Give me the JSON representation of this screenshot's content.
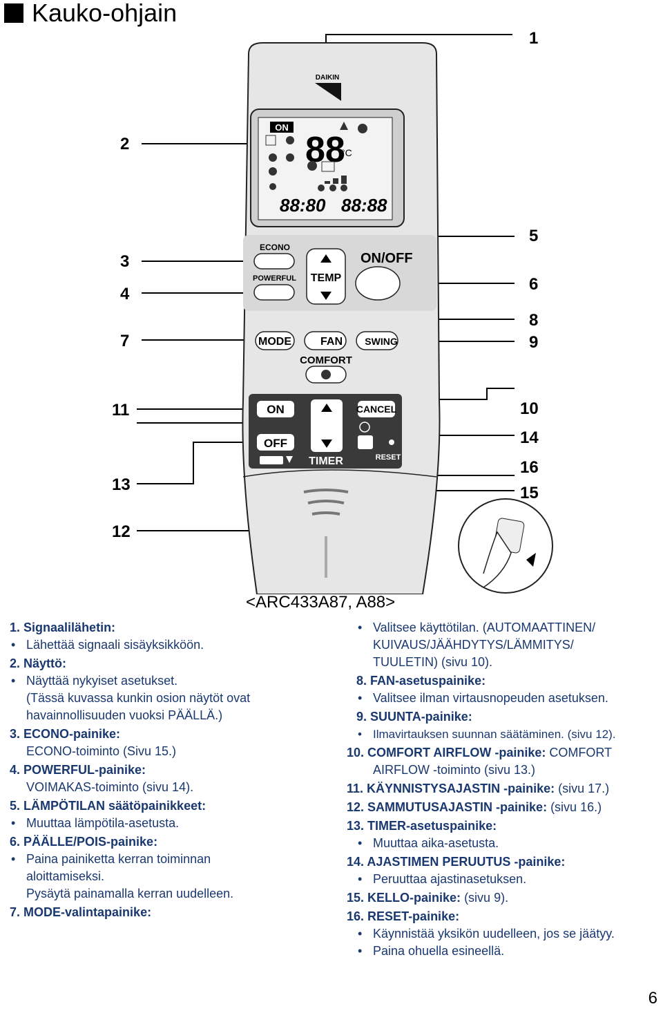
{
  "title": "Kauko-ohjain",
  "model": "<ARC433A87, A88>",
  "page_number": "6",
  "callouts": {
    "n1": "1",
    "n2": "2",
    "n3": "3",
    "n4": "4",
    "n5": "5",
    "n6": "6",
    "n7": "7",
    "n8": "8",
    "n9": "9",
    "n10": "10",
    "n11": "11",
    "n12": "12",
    "n13": "13",
    "n14": "14",
    "n15": "15",
    "n16": "16"
  },
  "remote": {
    "brand": "DAIKIN",
    "display_digits": "88",
    "display_unit": "°C",
    "timer_left": "88:80",
    "timer_right": "88:88",
    "on_badge": "ON",
    "econo": "ECONO",
    "powerful": "POWERFUL",
    "temp": "TEMP",
    "onoff": "ON/OFF",
    "mode": "MODE",
    "fan": "FAN",
    "swing": "SWING",
    "comfort": "COMFORT",
    "on": "ON",
    "off": "OFF",
    "cancel": "CANCEL",
    "timer": "TIMER",
    "reset": "RESET",
    "colors": {
      "body": "#e6e6e6",
      "panel": "#3a3a3a",
      "display": "#f3f3f3"
    }
  },
  "left_col": [
    {
      "n": "1.",
      "h": "Signaalilähetin:",
      "items": [
        "Lähettää signaali sisäyksikköön."
      ]
    },
    {
      "n": "2.",
      "h": "Näyttö:",
      "items": [
        "Näyttää nykyiset asetukset."
      ],
      "notes": [
        "(Tässä kuvassa kunkin osion näytöt ovat",
        "havainnollisuuden vuoksi PÄÄLLÄ.)"
      ]
    },
    {
      "n": "3.",
      "h": "ECONO-painike:",
      "text": "ECONO-toiminto (Sivu 15.)"
    },
    {
      "n": "4.",
      "h": "POWERFUL-painike:",
      "text": "VOIMAKAS-toiminto (sivu 14)."
    },
    {
      "n": "5.",
      "h": "LÄMPÖTILAN säätöpainikkeet:",
      "items": [
        "Muuttaa lämpötila-asetusta."
      ]
    },
    {
      "n": "6.",
      "h": "PÄÄLLE/POIS-painike:",
      "items": [
        "Paina painiketta kerran toiminnan"
      ],
      "notes": [
        "aloittamiseksi.",
        "Pysäytä painamalla kerran uudelleen."
      ]
    },
    {
      "n": "7.",
      "h": "MODE-valintapainike:"
    }
  ],
  "right_col": {
    "mode_item": "Valitsee käyttötilan. (AUTOMAATTINEN/",
    "mode_cont1": "KUIVAUS/JÄÄHDYTYS/LÄMMITYS/",
    "mode_cont2": "TUULETIN) (sivu 10).",
    "e8n": "8.",
    "e8h": "FAN-asetuspainike:",
    "e8i": "Valitsee ilman virtausnopeuden asetuksen.",
    "e9n": "9.",
    "e9h": "SUUNTA-painike:",
    "e9i": "Ilmavirtauksen suunnan säätäminen. (sivu 12).",
    "e10n": "10.",
    "e10h": "COMFORT AIRFLOW -painike:",
    "e10t": " COMFORT",
    "e10c": "AIRFLOW -toiminto (sivu 13.)",
    "e11n": "11.",
    "e11h": "KÄYNNISTYSAJASTIN -painike:",
    "e11t": " (sivu 17.)",
    "e12n": "12.",
    "e12h": "SAMMUTUSAJASTIN -painike:",
    "e12t": " (sivu 16.)",
    "e13n": "13.",
    "e13h": "TIMER-asetuspainike:",
    "e13i": "Muuttaa aika-asetusta.",
    "e14n": "14.",
    "e14h": "AJASTIMEN PERUUTUS -painike:",
    "e14i": "Peruuttaa ajastinasetuksen.",
    "e15n": "15.",
    "e15h": "KELLO-painike:",
    "e15t": " (sivu 9).",
    "e16n": "16.",
    "e16h": "RESET-painike:",
    "e16i1": "Käynnistää yksikön uudelleen, jos se jäätyy.",
    "e16i2": "Paina ohuella esineellä."
  }
}
